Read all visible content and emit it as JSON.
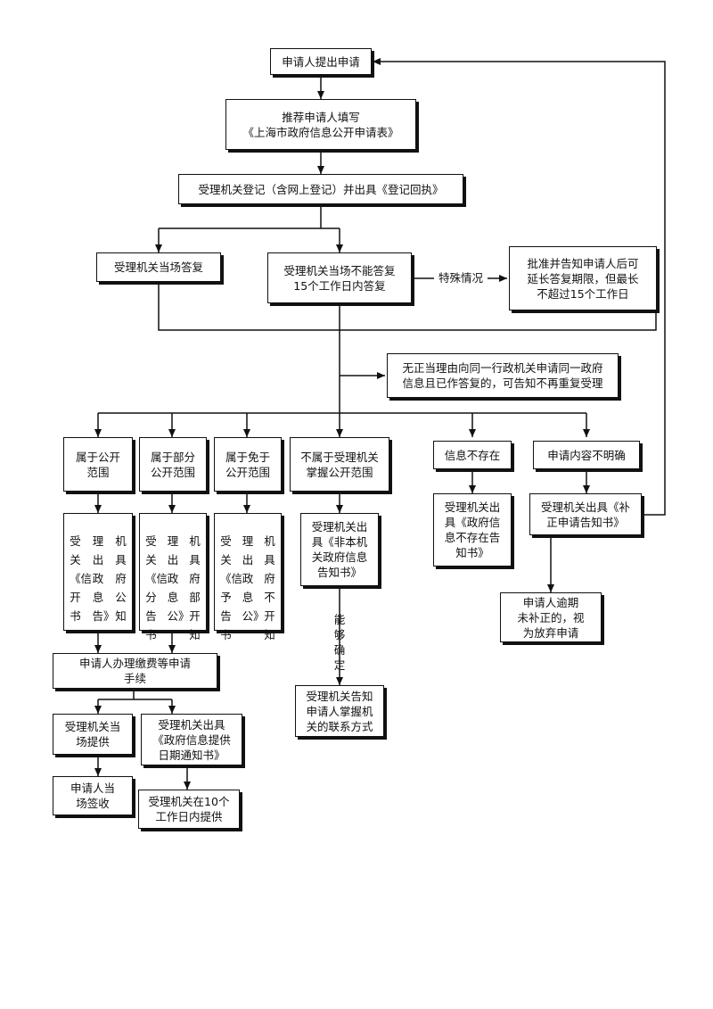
{
  "boxes": {
    "b_submit": "申请人提出申请",
    "b_recommend": "推荐申请人填写\n《上海市政府信息公开申请表》",
    "b_register": "受理机关登记（含网上登记）并出具《登记回执》",
    "b_reply_now": "受理机关当场答复",
    "b_reply_15": "受理机关当场不能答复\n15个工作日内答复",
    "b_extend": "批准并告知申请人后可\n延长答复期限，但最长\n不超过15个工作日",
    "b_repeat": "无正当理由向同一行政机关申请同一政府\n信息且已作答复的，可告知不再重复受理",
    "b_public": "属于公开\n范围",
    "b_partial": "属于部分\n公开范围",
    "b_exempt": "属于免于\n公开范围",
    "b_notmine": "不属于受理机关\n掌握公开范围",
    "b_notexist": "信息不存在",
    "b_unclear": "申请内容不明确",
    "b_notice_public": [
      "受关《信开书",
      "理出政息告》",
      "机具府公知"
    ],
    "b_notice_partial": [
      "受关《信分告书",
      "理出政息公》",
      "机具府部开知"
    ],
    "b_notice_exempt": [
      "受关《信予告书",
      "理出政息公》",
      "机具府不开知"
    ],
    "b_notice_notmine": "受理机关出\n具《非本机\n关政府信息\n告知书》",
    "b_notice_notexist": "受理机关出\n具《政府信\n息不存在告\n知书》",
    "b_notice_amend": "受理机关出具《补\n正申请告知书》",
    "b_giveup": "申请人逾期\n未补正的，视\n为放弃申请",
    "b_fees": "申请人办理缴费等申请\n手续",
    "b_provide_now": "受理机关当\n场提供",
    "b_provide_notice": "受理机关出具\n《政府信息提供\n日期通知书》",
    "b_sign": "申请人当\n场签收",
    "b_provide_10": "受理机关在10个\n工作日内提供",
    "b_contact": "受理机关告知\n申请人掌握机\n关的联系方式"
  },
  "labels": {
    "special": "特殊情况",
    "determinable": "能够确定"
  }
}
